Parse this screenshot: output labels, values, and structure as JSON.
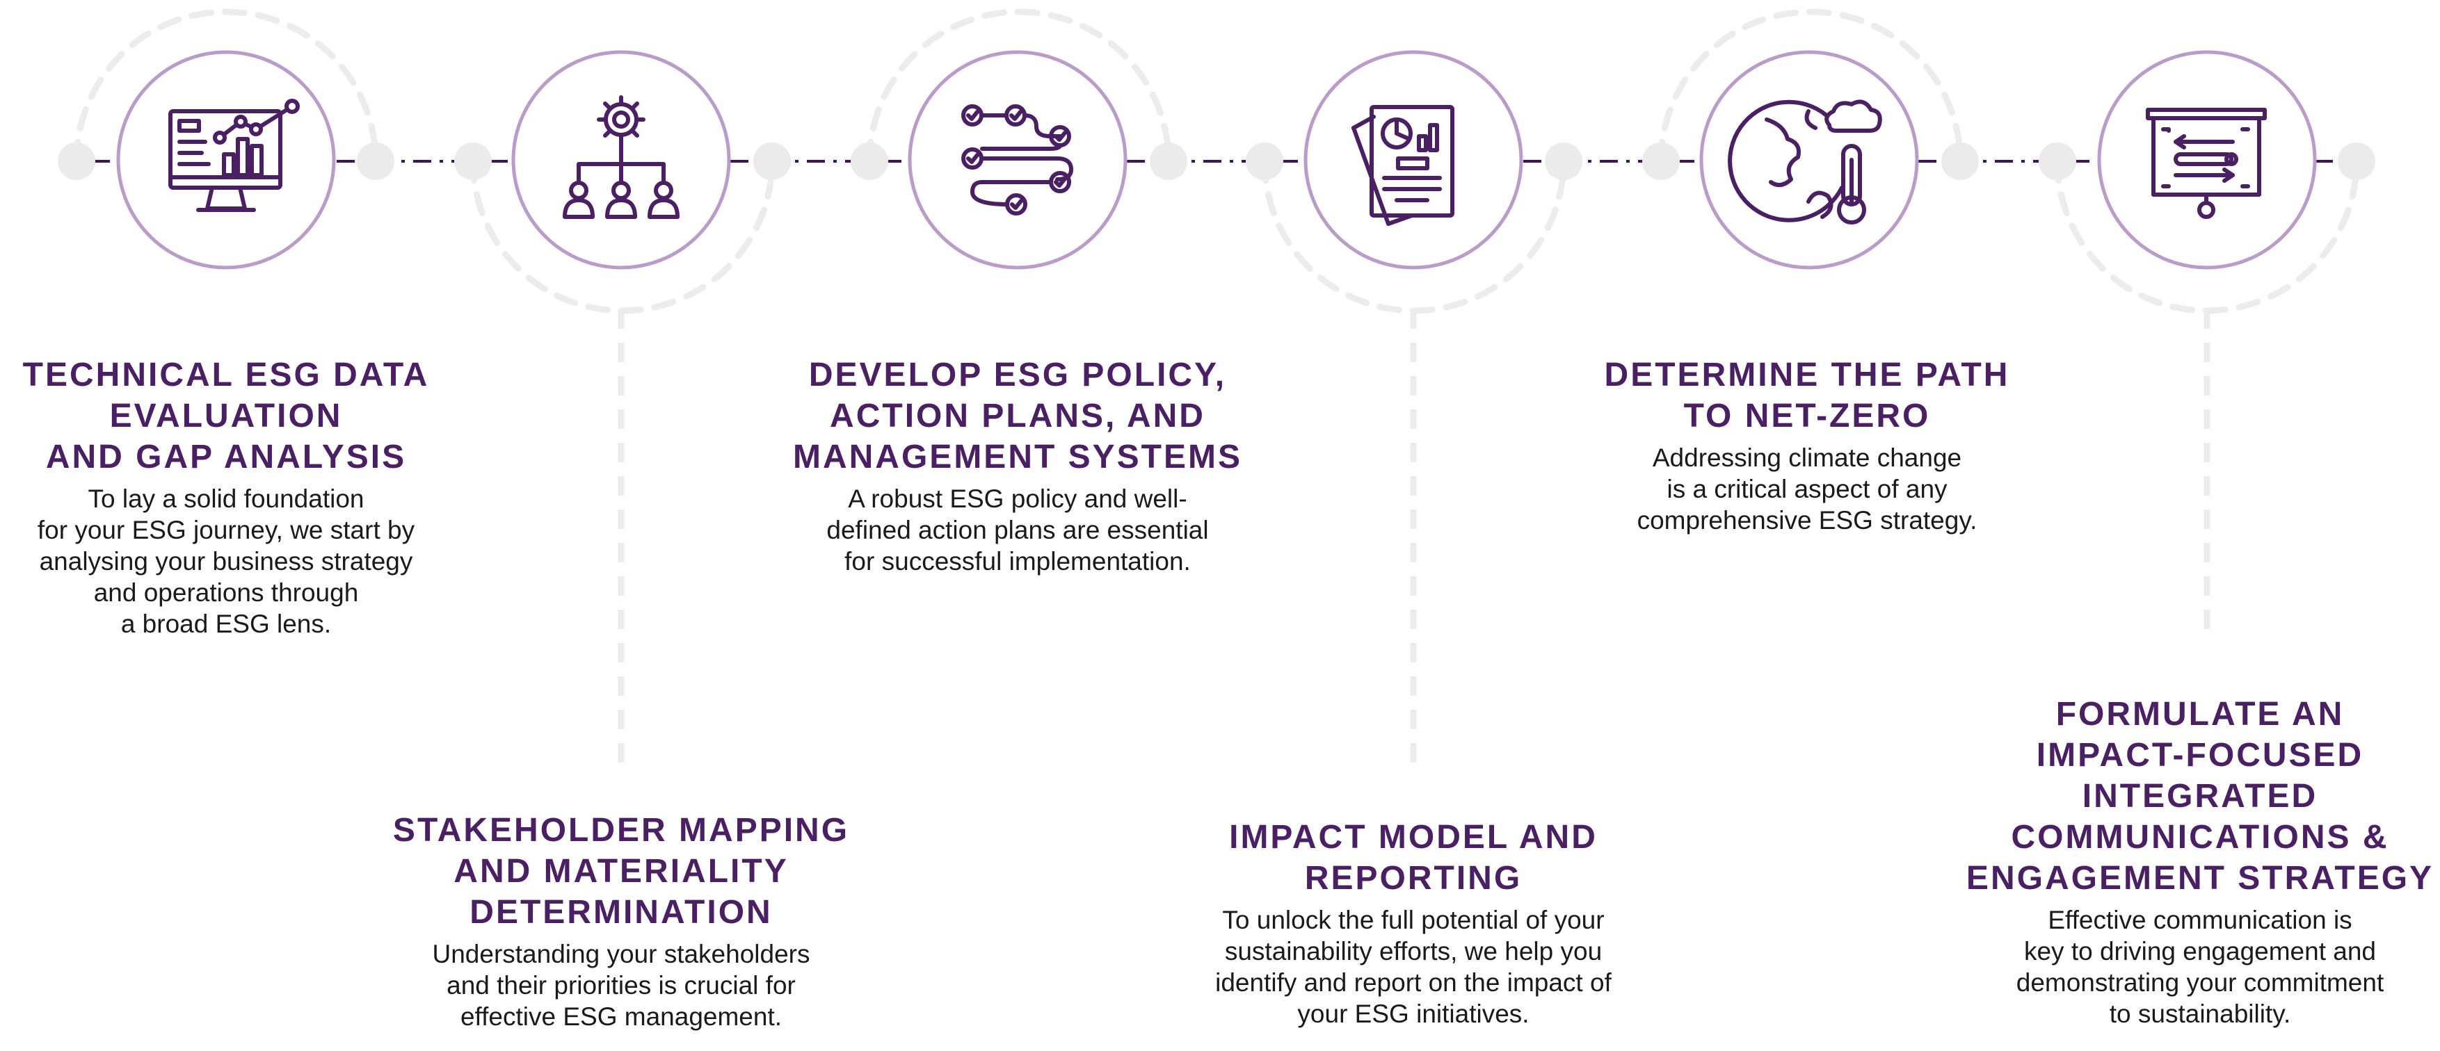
{
  "theme": {
    "purple": "#4a1f63",
    "ring": "#b99cc9",
    "track": "#e8e8e8",
    "connector": "#3d1458"
  },
  "steps": [
    {
      "icon": "monitor-chart-icon",
      "title_lines": [
        "TECHNICAL ESG DATA",
        "EVALUATION",
        "AND GAP ANALYSIS"
      ],
      "text_lines": [
        "To lay a solid foundation",
        "for your ESG journey, we start by",
        "analysing your business strategy",
        "and operations through",
        "a broad ESG lens."
      ]
    },
    {
      "icon": "org-chart-gear-icon",
      "title_lines": [
        "STAKEHOLDER MAPPING",
        "AND MATERIALITY",
        "DETERMINATION"
      ],
      "text_lines": [
        "Understanding your stakeholders",
        "and their priorities is crucial for",
        "effective ESG management."
      ]
    },
    {
      "icon": "checklist-flow-icon",
      "title_lines": [
        "DEVELOP ESG POLICY,",
        "ACTION PLANS, AND",
        "MANAGEMENT SYSTEMS"
      ],
      "text_lines": [
        "A robust ESG policy and well-",
        "defined action plans are essential",
        "for successful implementation."
      ]
    },
    {
      "icon": "report-document-icon",
      "title_lines": [
        "IMPACT MODEL AND",
        "REPORTING"
      ],
      "text_lines": [
        "To unlock the full potential of your",
        "sustainability efforts, we help you",
        "identify and report on the impact of",
        "your ESG initiatives."
      ]
    },
    {
      "icon": "globe-thermometer-icon",
      "title_lines": [
        "DETERMINE THE PATH",
        "TO NET-ZERO"
      ],
      "text_lines": [
        "Addressing climate change",
        "is a critical aspect of any",
        "comprehensive ESG strategy."
      ]
    },
    {
      "icon": "presentation-board-icon",
      "title_lines": [
        "FORMULATE AN",
        "IMPACT-FOCUSED",
        "INTEGRATED",
        "COMMUNICATIONS &",
        "ENGAGEMENT STRATEGY"
      ],
      "text_lines": [
        "Effective communication is",
        "key to driving engagement and",
        "demonstrating your commitment",
        "to sustainability."
      ]
    }
  ]
}
